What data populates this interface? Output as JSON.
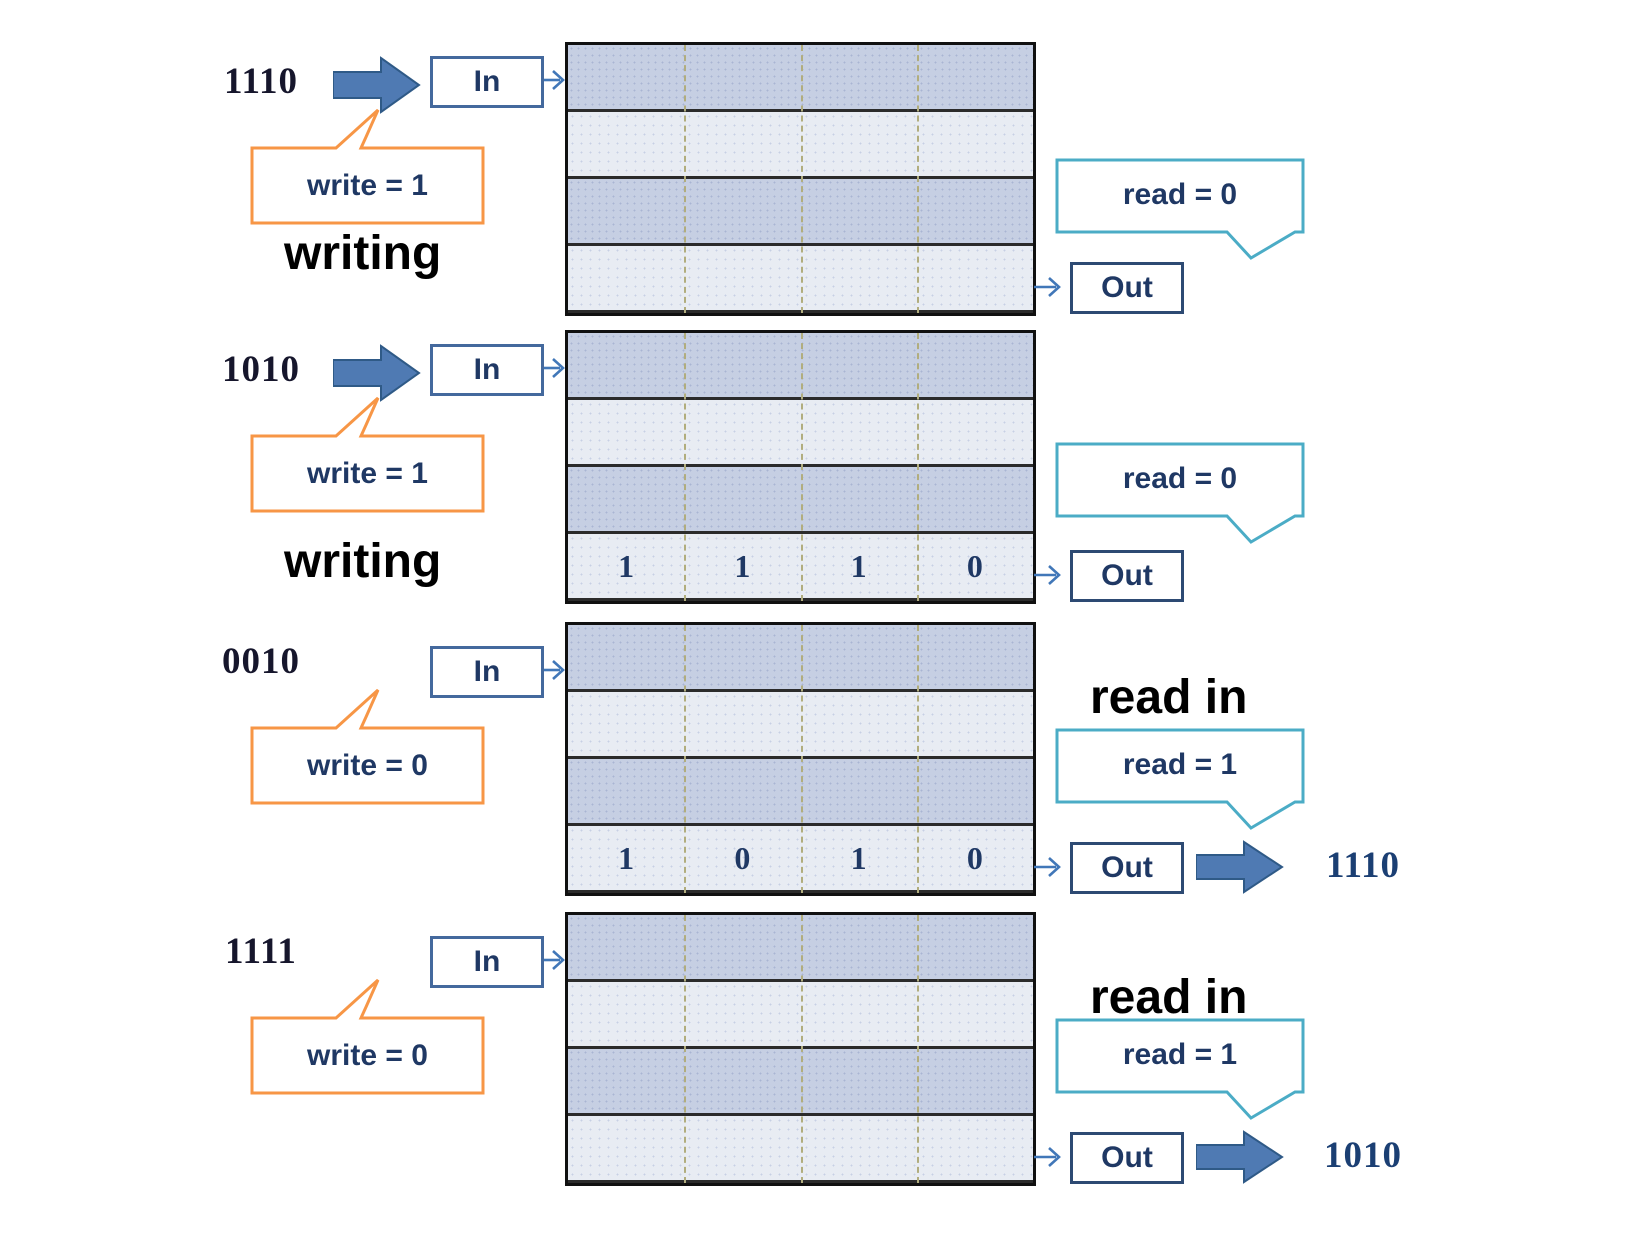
{
  "diagram": "FIFO memory write/read sequence",
  "colors": {
    "write_bubble_border": "#f79646",
    "read_bubble_border": "#4bacc6",
    "block_arrow_fill": "#4f7ab3",
    "label_navy": "#1f3864",
    "grid_row_dark": "#c6cfe3",
    "grid_row_light": "#e8ecf3",
    "grid_divider_dash": "#b1ad7e"
  },
  "icons": {
    "input_arrow": "block-arrow-right",
    "in_arrow": "thin-arrow-right",
    "out_arrow": "thin-arrow-right",
    "output_arrow": "block-arrow-right"
  },
  "blocks": [
    {
      "input_value": "1110",
      "in_label": "In",
      "write_label": "write = 1",
      "stage_label": "writing",
      "read_label": "read = 0",
      "out_label": "Out",
      "grid_bottom_row": [
        "",
        "",
        "",
        ""
      ]
    },
    {
      "input_value": "1010",
      "in_label": "In",
      "write_label": "write = 1",
      "stage_label": "writing",
      "read_label": "read = 0",
      "out_label": "Out",
      "grid_bottom_row": [
        "1",
        "1",
        "1",
        "0"
      ]
    },
    {
      "input_value": "0010",
      "in_label": "In",
      "write_label": "write = 0",
      "stage_label": "read in",
      "read_label": "read = 1",
      "out_label": "Out",
      "grid_bottom_row": [
        "1",
        "0",
        "1",
        "0"
      ],
      "output_value": "1110"
    },
    {
      "input_value": "1111",
      "in_label": "In",
      "write_label": "write = 0",
      "stage_label": "read in",
      "read_label": "read = 1",
      "out_label": "Out",
      "grid_bottom_row": [
        "",
        "",
        "",
        ""
      ],
      "output_value": "1010"
    }
  ]
}
